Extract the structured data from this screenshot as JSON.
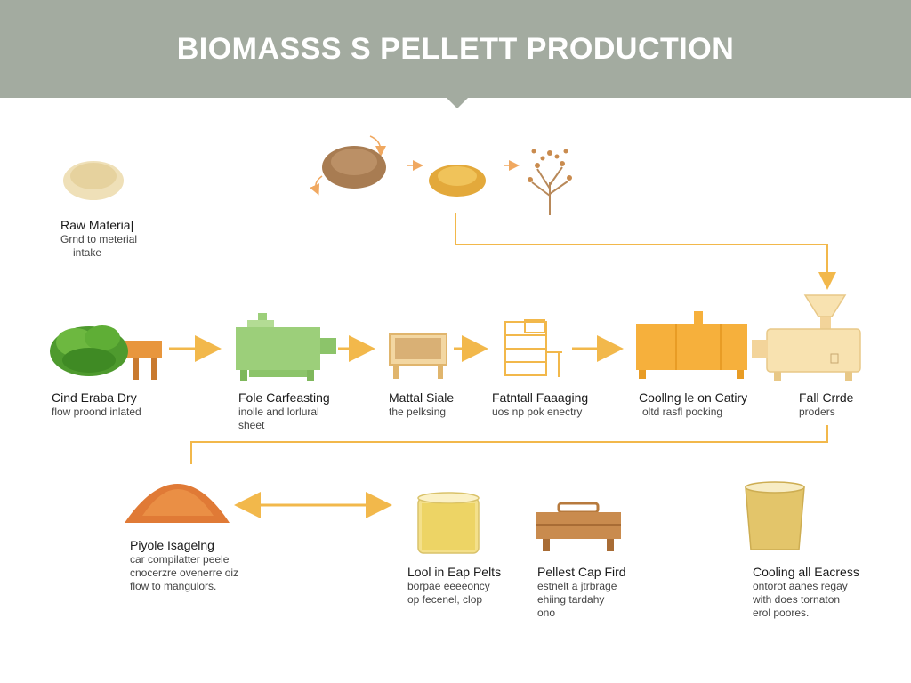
{
  "header": {
    "title": "BIOMASSS S PELLETT PRODUCTION"
  },
  "colors": {
    "header": "#a3aba0",
    "arrow": "#f2b84b",
    "green": "#9ccf7a",
    "orange": "#f6b03c",
    "cream": "#f8e2b0",
    "wood": "#c98b4e"
  },
  "steps": [
    {
      "id": "raw",
      "icon": "grain-pile-icon",
      "title": "Raw Materia|",
      "lines": [
        "Grnd to meterial",
        "intake"
      ]
    },
    {
      "id": "dry",
      "icon": "leaf-pile-icon",
      "title": "Cind Eraba Dry",
      "lines": [
        "flow proond inlated"
      ]
    },
    {
      "id": "conditioning",
      "icon": "green-machine-icon",
      "title": "Fole Carfeasting",
      "lines": [
        "inolle and lorlural",
        "sheet"
      ]
    },
    {
      "id": "scale",
      "icon": "tray-icon",
      "title": "Mattal Siale",
      "lines": [
        "the pelksing"
      ]
    },
    {
      "id": "packaging1",
      "icon": "rack-icon",
      "title": "Fatntall Faaaging",
      "lines": [
        "uos np pok enectry"
      ]
    },
    {
      "id": "cooling",
      "icon": "orange-tank-icon",
      "title": "Coollng le on Catiry",
      "lines": [
        "oltd rasfl pocking"
      ]
    },
    {
      "id": "fullcrude",
      "icon": "pellet-mill-icon",
      "title": "Fall Crrde",
      "lines": [
        "proders"
      ]
    },
    {
      "id": "pile",
      "icon": "pellet-pile-icon",
      "title": "Piyole Isagelng",
      "lines": [
        "car compilatter peele",
        "cnocerzre ovenerre oiz",
        "flow to mangulors."
      ]
    },
    {
      "id": "jar",
      "icon": "pellet-jar-icon",
      "title": "Lool in Eap Pelts",
      "lines": [
        "borpae eeeeoncy",
        "op fecenel, clop"
      ]
    },
    {
      "id": "crate",
      "icon": "crate-icon",
      "title": "Pellest Cap Fird",
      "lines": [
        "estnelt a jtrbrage",
        "ehiing tardahy",
        "ono"
      ]
    },
    {
      "id": "excess",
      "icon": "pellet-bucket-icon",
      "title": "Cooling all Eacress",
      "lines": [
        "ontorot aanes regay",
        "with does tornaton",
        "erol poores."
      ]
    }
  ]
}
